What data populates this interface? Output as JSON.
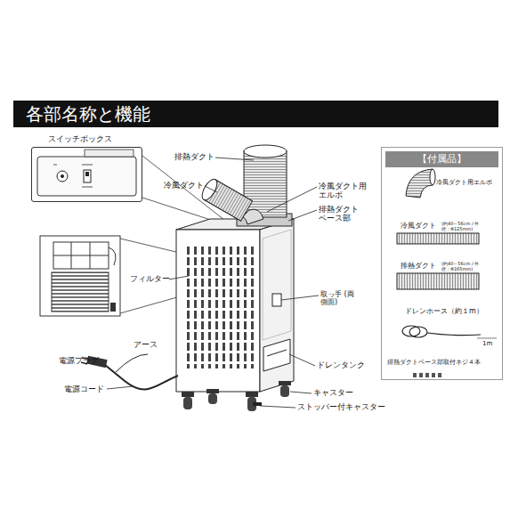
{
  "diagram": {
    "title": "各部名称と機能",
    "nodes": [
      {
        "text": [
          "スイッチボックス"
        ]
      },
      {
        "text": [
          "【付属品】"
        ]
      }
    ],
    "labels": [
      "排熱ダクト",
      "冷風ダクト",
      "冷風ダクト用 エルボ",
      "排熱ダクト ベース部",
      "フィルター",
      "取っ手 (両側面)",
      "ドレンタンク",
      "キャスター",
      "ストッパー付キャスター",
      "アース",
      "電源プラグ",
      "電源コード",
      "冷風ダクト用エルボ",
      "冷風ダクト",
      "(約40～56cm / 外径：Φ125mm)",
      "排熱ダクト",
      "(約40～56cm / 外径：Φ165mm)",
      "ドレンホース（約１m）",
      "1m",
      "排熱ダクトベース部取付ネジ４本"
    ]
  }
}
